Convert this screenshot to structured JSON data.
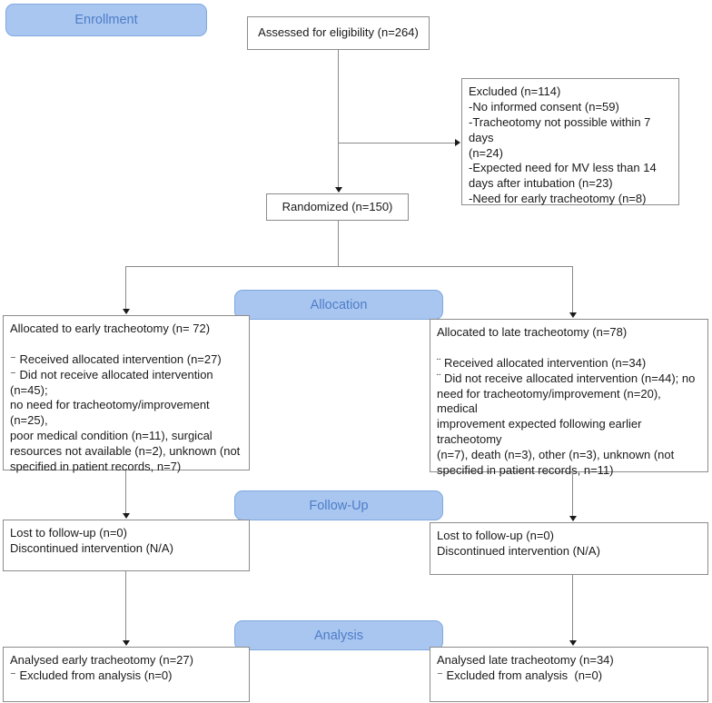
{
  "diagram": {
    "stages": {
      "enrollment": "Enrollment",
      "allocation": "Allocation",
      "followup": "Follow-Up",
      "analysis": "Analysis"
    },
    "boxes": {
      "assessed": "Assessed for eligibility (n=264)",
      "excluded": "Excluded (n=114)\n-No informed consent (n=59)\n-Tracheotomy not possible within 7 days\n(n=24)\n-Expected need for MV less than 14\ndays after intubation (n=23)\n-Need for early tracheotomy (n=8)",
      "randomized": "Randomized (n=150)",
      "alloc_early": "Allocated to early tracheotomy (n= 72)\n\n⁻ Received allocated intervention (n=27)\n⁻ Did not receive allocated intervention (n=45);\nno need for tracheotomy/improvement (n=25),\npoor medical condition (n=11), surgical\nresources not available (n=2), unknown (not\nspecified in patient records, n=7)",
      "alloc_late": "Allocated to late tracheotomy (n=78)\n\n¨ Received allocated intervention (n=34)\n¨ Did not receive allocated intervention (n=44); no\nneed for tracheotomy/improvement (n=20), medical\nimprovement expected following earlier tracheotomy\n(n=7), death (n=3), other (n=3), unknown (not\nspecified in patient records, n=11)",
      "followup_early": "Lost to follow-up (n=0)\nDiscontinued intervention (N/A)",
      "followup_late": "Lost to follow-up (n=0)\nDiscontinued intervention (N/A)",
      "analysis_early": "Analysed early tracheotomy (n=27)\n⁻ Excluded from analysis (n=0)",
      "analysis_late": "Analysed late tracheotomy (n=34)\n⁻ Excluded from analysis  (n=0)"
    },
    "colors": {
      "stage_fill": "#a9c6f1",
      "stage_border": "#7fa8dd",
      "stage_text": "#4e7dc6",
      "box_border": "#8c8c8c",
      "line": "#8a8a8a",
      "arrow": "#1a1a1a",
      "text": "#1a1a1a"
    }
  }
}
